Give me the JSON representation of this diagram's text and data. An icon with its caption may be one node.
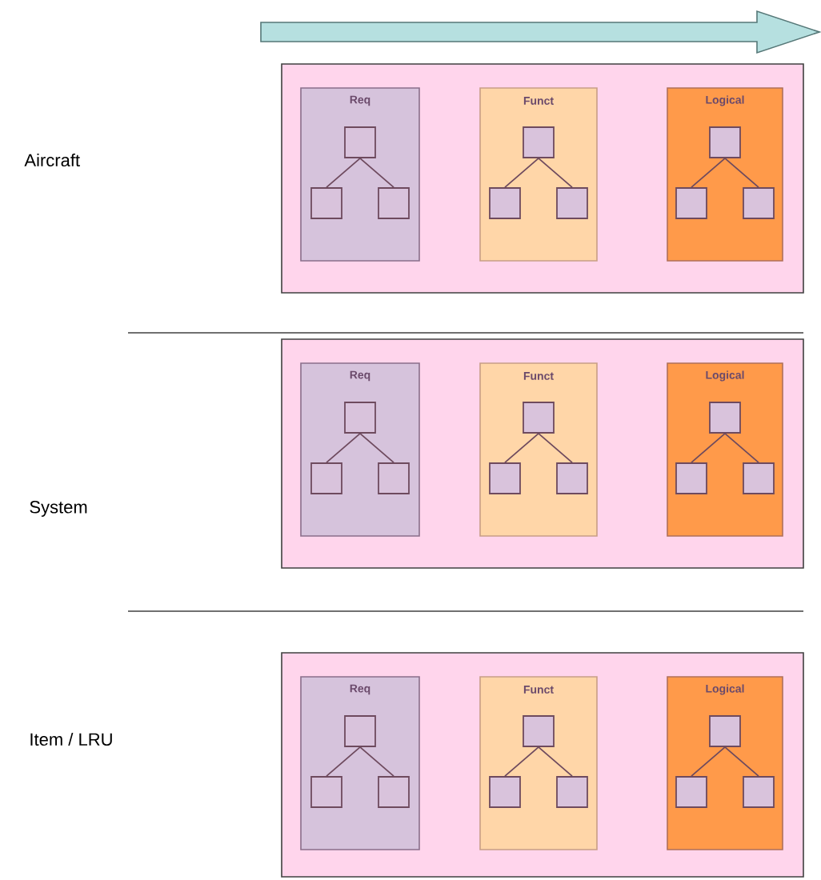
{
  "diagram": {
    "nodes": [
      {
        "text": [],
        "shape": "box"
      },
      {
        "text": [
          "Req"
        ],
        "in": 0
      },
      {
        "text": [],
        "shape": "box",
        "in": 1
      },
      {
        "text": [],
        "shape": "box",
        "in": 1
      },
      {
        "text": [],
        "shape": "box",
        "in": 1
      },
      {
        "text": [
          "Funct"
        ],
        "in": 0
      },
      {
        "text": [],
        "shape": "box",
        "in": 5
      },
      {
        "text": [],
        "shape": "box",
        "in": 5
      },
      {
        "text": [],
        "shape": "box",
        "in": 5
      },
      {
        "text": [
          "Logical"
        ],
        "in": 0
      },
      {
        "text": [],
        "shape": "box",
        "in": 9
      },
      {
        "text": [],
        "shape": "box",
        "in": 9
      },
      {
        "text": [],
        "shape": "box",
        "in": 9
      },
      {
        "text": [],
        "shape": "box"
      },
      {
        "text": [
          "Req"
        ],
        "in": 13
      },
      {
        "text": [],
        "shape": "box",
        "in": 14
      },
      {
        "text": [],
        "shape": "box",
        "in": 14
      },
      {
        "text": [],
        "shape": "box",
        "in": 14
      },
      {
        "text": [
          "Funct"
        ],
        "in": 13
      },
      {
        "text": [],
        "shape": "box",
        "in": 18
      },
      {
        "text": [],
        "shape": "box",
        "in": 18
      },
      {
        "text": [],
        "shape": "box",
        "in": 18
      },
      {
        "text": [
          "Logical"
        ],
        "in": 13
      },
      {
        "text": [],
        "shape": "box",
        "in": 22
      },
      {
        "text": [],
        "shape": "box",
        "in": 22
      },
      {
        "text": [],
        "shape": "box",
        "in": 22
      },
      {
        "text": [],
        "shape": "box"
      },
      {
        "text": [
          "Req"
        ],
        "in": 26
      },
      {
        "text": [],
        "shape": "box",
        "in": 27
      },
      {
        "text": [],
        "shape": "box",
        "in": 27
      },
      {
        "text": [],
        "shape": "box",
        "in": 27
      },
      {
        "text": [
          "Funct"
        ],
        "in": 26
      },
      {
        "text": [],
        "shape": "box",
        "in": 31
      },
      {
        "text": [],
        "shape": "box",
        "in": 31
      },
      {
        "text": [],
        "shape": "box",
        "in": 31
      },
      {
        "text": [
          "Logical"
        ],
        "in": 26
      },
      {
        "text": [],
        "shape": "box",
        "in": 35
      },
      {
        "text": [],
        "shape": "box",
        "in": 35
      },
      {
        "text": [],
        "shape": "box",
        "in": 35
      }
    ],
    "edges": [
      {
        "from": 2,
        "to": 3,
        "arrow": "none"
      },
      {
        "from": 2,
        "to": 4,
        "arrow": "none"
      },
      {
        "from": 6,
        "to": 7,
        "arrow": "none"
      },
      {
        "from": 6,
        "to": 8,
        "arrow": "none"
      },
      {
        "from": 10,
        "to": 11,
        "arrow": "none"
      },
      {
        "from": 10,
        "to": 12,
        "arrow": "none"
      },
      {
        "from": 15,
        "to": 16,
        "arrow": "none"
      },
      {
        "from": 15,
        "to": 17,
        "arrow": "none"
      },
      {
        "from": 19,
        "to": 20,
        "arrow": "none"
      },
      {
        "from": 19,
        "to": 21,
        "arrow": "none"
      },
      {
        "from": 23,
        "to": 24,
        "arrow": "none"
      },
      {
        "from": 23,
        "to": 25,
        "arrow": "none"
      },
      {
        "from": 28,
        "to": 29,
        "arrow": "none"
      },
      {
        "from": 28,
        "to": 30,
        "arrow": "none"
      },
      {
        "from": 32,
        "to": 33,
        "arrow": "none"
      },
      {
        "from": 32,
        "to": 34,
        "arrow": "none"
      },
      {
        "from": 36,
        "to": 37,
        "arrow": "none"
      },
      {
        "from": 36,
        "to": 38,
        "arrow": "none"
      }
    ],
    "labels": [
      "Aircraft",
      "System",
      "Item / LRU"
    ]
  }
}
